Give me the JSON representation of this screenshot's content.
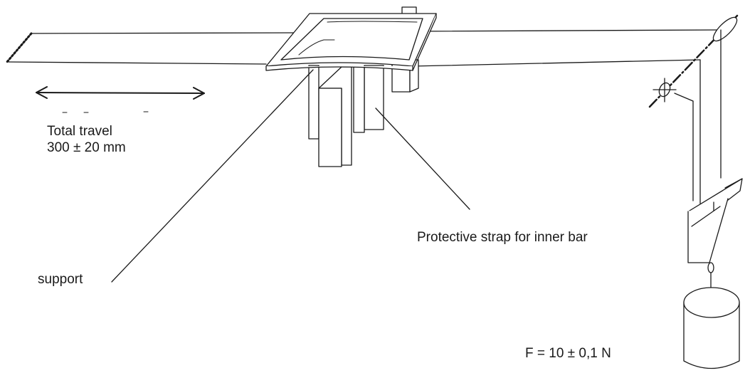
{
  "labels": {
    "total_travel_line1": "Total travel",
    "total_travel_line2": "300 ± 20 mm",
    "support": "support",
    "protective_strap": "Protective strap for inner bar",
    "force": "F = 10 ± 0,1 N"
  },
  "colors": {
    "line": "#1a1a1a",
    "background": "#ffffff"
  }
}
